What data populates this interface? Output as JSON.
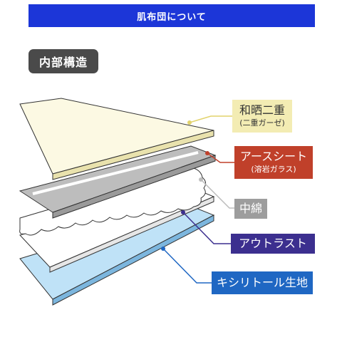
{
  "header": {
    "title": "肌布団について",
    "bg": "#1c36d8"
  },
  "section": {
    "label": "内部構造",
    "bg": "#4a4a4a"
  },
  "callouts": [
    {
      "main": "和晒二重",
      "sub": "(二重ガーゼ)",
      "color": "#f3ecb3",
      "line": "#e2d36c"
    },
    {
      "main": "アースシート",
      "sub": "(溶岩ガラス)",
      "color": "#c0402a",
      "line": "#c0402a"
    },
    {
      "main": "中綿",
      "color": "#9d9d9d",
      "line": "#bdbdbd"
    },
    {
      "main": "アウトラスト",
      "color": "#3c2f8f",
      "line": "#3c2f8f"
    },
    {
      "main": "キシリトール生地",
      "color": "#1f67c3",
      "line": "#1f67c3"
    }
  ],
  "layer_colors": {
    "gauze": "#fcf9e3",
    "sheet": "#bdbdbd",
    "batting": "#ffffff",
    "outlast": "#ffffff",
    "xylitol": "#bfe2f7"
  }
}
